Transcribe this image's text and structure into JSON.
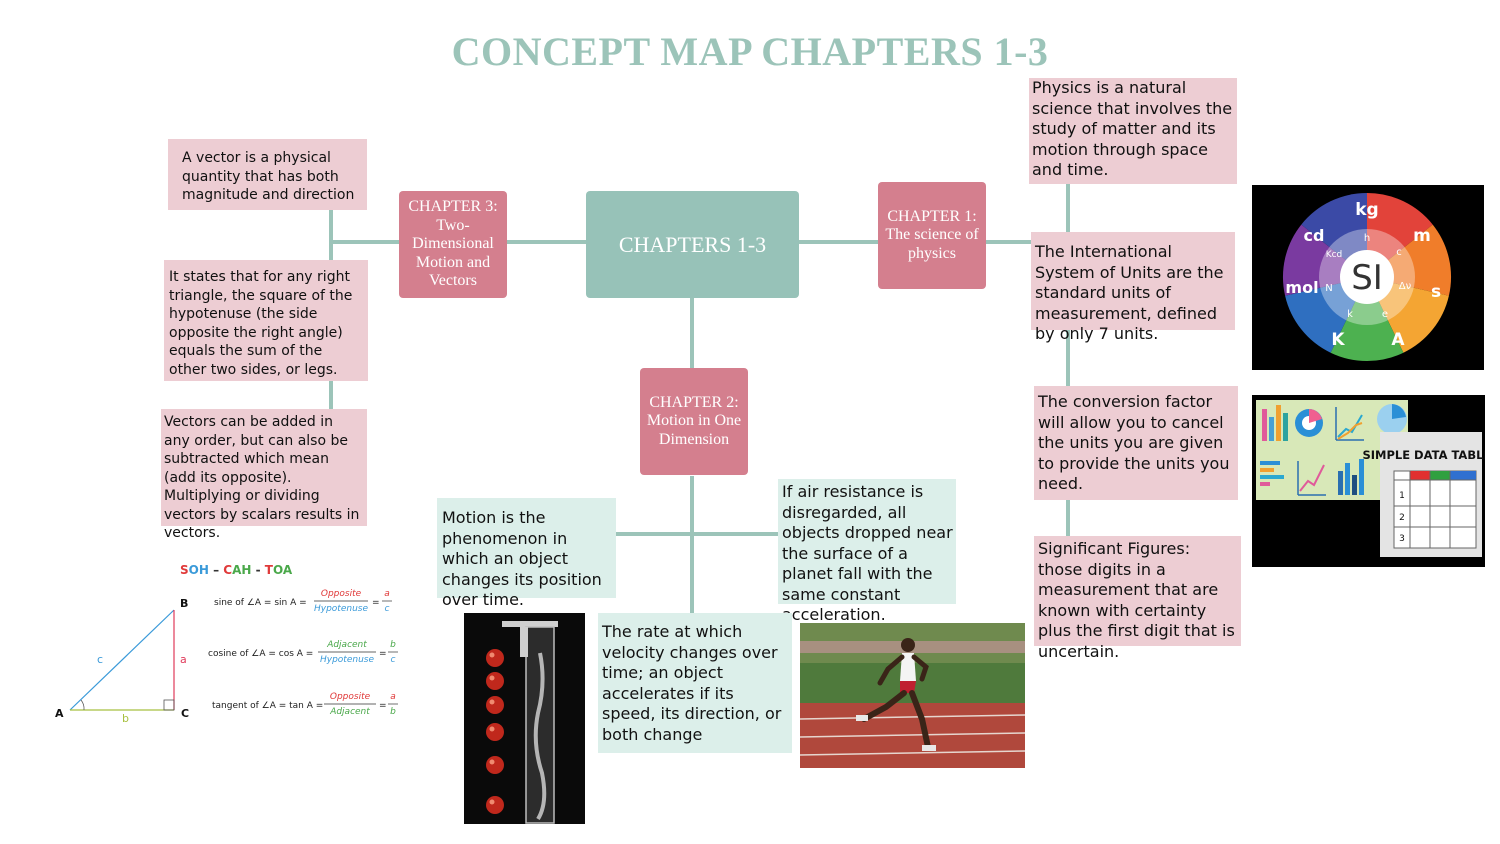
{
  "title": "CONCEPT MAP CHAPTERS 1-3",
  "center": "CHAPTERS 1-3",
  "chapters": {
    "ch1": "CHAPTER 1: The science of physics",
    "ch2": "CHAPTER 2: Motion in One Dimension",
    "ch3": "CHAPTER 3: Two-Dimensional Motion and Vectors"
  },
  "ch1_notes": [
    "Physics is a natural science that involves the study of matter and its motion through space and time.",
    "The International System of Units are the standard units of measurement, defined by only 7 units.",
    "The conversion factor will allow you to cancel the units you are given to provide the units you need.",
    "Significant Figures: those digits in a measurement that are known with certainty plus the first digit that is uncertain."
  ],
  "ch2_notes": [
    "Motion is the phenomenon in which an object changes its position over time.",
    "If air resistance is disregarded, all objects dropped near the surface of a planet fall with the same constant acceleration.",
    "The rate at which velocity changes over time; an object accelerates if its speed, its direction, or both change"
  ],
  "ch3_notes": [
    "A vector is a physical quantity that has both magnitude and direction",
    "It states that for any right triangle, the square of the hypotenuse (the side opposite the right angle) equals the sum of the other two sides, or legs.",
    "Vectors can be added in any order, but can also be subtracted which mean (add its opposite). Multiplying or dividing vectors by scalars results in vectors."
  ],
  "si_wheel": {
    "center": "SI",
    "units": [
      "kg",
      "m",
      "s",
      "A",
      "K",
      "mol",
      "cd"
    ],
    "constants": [
      "h",
      "c",
      "Δν",
      "e",
      "k",
      "N",
      "Kcd"
    ]
  },
  "data_tables": {
    "label": "SIMPLE DATA TABLES",
    "rows": [
      "1",
      "2",
      "3"
    ]
  },
  "trig": {
    "mnemonic": [
      "S",
      "OH",
      " – ",
      "C",
      "AH",
      " - ",
      "T",
      "OA"
    ],
    "vertices": [
      "A",
      "B",
      "C"
    ],
    "sides": [
      "a",
      "b",
      "c"
    ],
    "sine": {
      "label": "sine of ∠A = sin A =",
      "num": "Opposite",
      "den": "Hypotenuse",
      "rnum": "a",
      "rden": "c"
    },
    "cosine": {
      "label": "cosine of ∠A = cos A =",
      "num": "Adjacent",
      "den": "Hypotenuse",
      "rnum": "b",
      "rden": "c"
    },
    "tangent": {
      "label": "tangent of ∠A = tan A =",
      "num": "Opposite",
      "den": "Adjacent",
      "rnum": "a",
      "rden": "b"
    }
  },
  "colors": {
    "teal": "#97c2b8",
    "rose": "#d47f8e",
    "pink_note": "#edcdd3",
    "mint_note": "#dcefea",
    "title": "#9cc4b9"
  }
}
